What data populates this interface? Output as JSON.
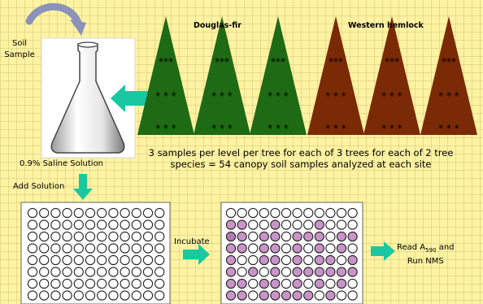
{
  "labels": {
    "soil_sample": "Soil Sample",
    "saline_solution": "0.9% Saline Solution",
    "add_solution": "Add Solution",
    "douglas_fir": "Douglas-fir",
    "western_hemlock": "Western hemlock",
    "caption": "3 samples per level per tree for each of 3 trees for each of 2 tree species = 54 canopy soil samples analyzed at each site",
    "incubate": "Incubate",
    "read_prefix": "Read A",
    "read_subscript": "590",
    "read_suffix": " and",
    "run_nms": "Run NMS"
  },
  "trees": [
    {
      "species": "Douglas-fir",
      "color": "#1f6a14",
      "marks": [
        "***",
        "* * *",
        "* * *"
      ]
    },
    {
      "species": "Douglas-fir",
      "color": "#1f6a14",
      "marks": [
        "***",
        "* * *",
        "* * *"
      ]
    },
    {
      "species": "Douglas-fir",
      "color": "#1f6a14",
      "marks": [
        "***",
        "* * *",
        "* * *"
      ]
    },
    {
      "species": "Western hemlock",
      "color": "#7b2a06",
      "marks": [
        "***",
        "* * *",
        "* * *"
      ]
    },
    {
      "species": "Western hemlock",
      "color": "#7b2a06",
      "marks": [
        "***",
        "* * *",
        "* * *"
      ]
    },
    {
      "species": "Western hemlock",
      "color": "#7b2a06",
      "marks": [
        "***",
        "* * *",
        "* * *"
      ]
    }
  ],
  "plates": {
    "rows": 8,
    "cols": 12,
    "empty_color": "#ffffff",
    "positive_color": "#c994c7",
    "strong_color": "#b07ab3",
    "result_pattern": [
      "............",
      "xx..x...x...",
      "Xx.xx.xxx.xx",
      "xx.xx.x.x.x.",
      "x..xx.x.xx.x",
      "x.x.x.xxxxxx",
      "xx.xx.x.x.x.",
      "xx.xxxxx.x.."
    ]
  },
  "colors": {
    "background": "#fdf3a3",
    "arrow": "#19c8a0",
    "curved_arrow": "#8c93b8"
  }
}
